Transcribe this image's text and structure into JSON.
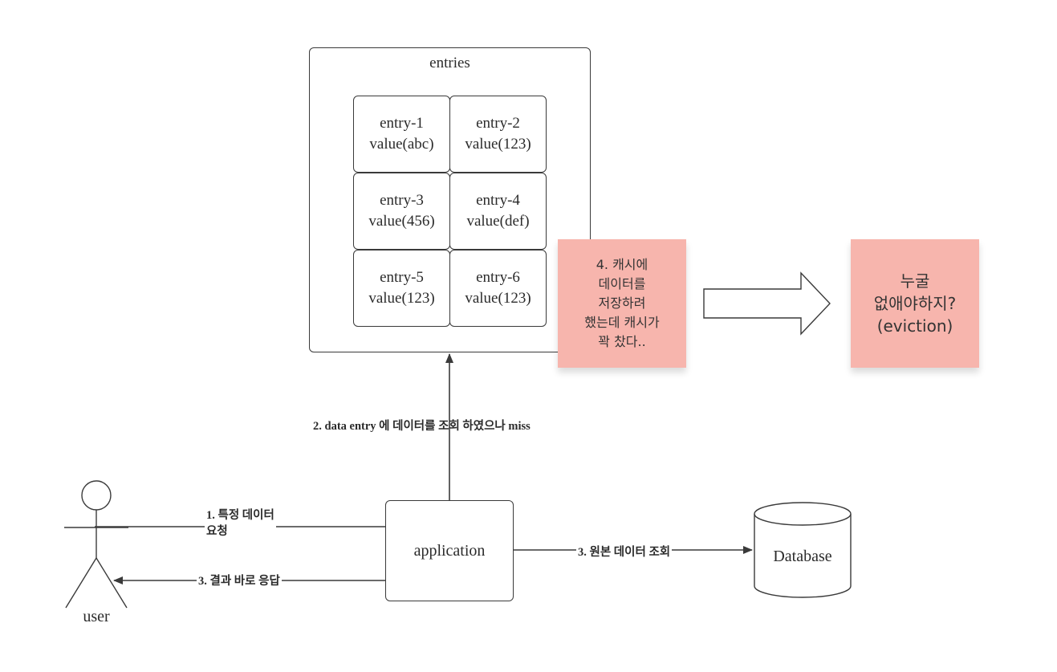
{
  "container": {
    "title": "entries"
  },
  "entries": [
    {
      "name": "entry-1",
      "value": "value(abc)"
    },
    {
      "name": "entry-2",
      "value": "value(123)"
    },
    {
      "name": "entry-3",
      "value": "value(456)"
    },
    {
      "name": "entry-4",
      "value": "value(def)"
    },
    {
      "name": "entry-5",
      "value": "value(123)"
    },
    {
      "name": "entry-6",
      "value": "value(123)"
    }
  ],
  "application": {
    "label": "application"
  },
  "database": {
    "label": "Database"
  },
  "user": {
    "label": "user"
  },
  "edges": {
    "step1": "1. 특정 데이터\n요청",
    "step2": "2. data entry 에 데이터를 조회 하였으나 miss",
    "step3_response": "3. 결과 바로 응답",
    "step3_db": "3. 원본 데이터 조회"
  },
  "notes": {
    "cache_full": "4. 캐시에\n데이터를\n저장하려\n했는데 캐시가\n꽉 찼다..",
    "eviction": "누굴\n없애야하지?\n(eviction)"
  },
  "colors": {
    "sticky": "#f7b5ad",
    "stroke": "#3a3a3a"
  }
}
